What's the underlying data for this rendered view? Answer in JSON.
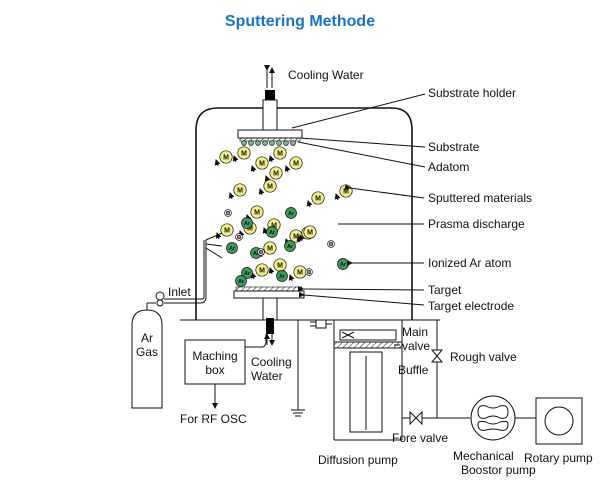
{
  "title": "Sputtering Methode",
  "labels": {
    "cooling_water_top": "Cooling Water",
    "substrate_holder": "Substrate holder",
    "substrate": "Substrate",
    "adatom": "Adatom",
    "sputtered_materials": "Sputtered materials",
    "prasma_discharge": "Prasma discharge",
    "ionized_ar_atom": "Ionized Ar atom",
    "target": "Target",
    "target_electrode": "Target electrode",
    "inlet": "Inlet",
    "ar_gas_line1": "Ar",
    "ar_gas_line2": "Gas",
    "maching_box_line1": "Maching",
    "maching_box_line2": "box",
    "cooling_water_bottom_line1": "Cooling",
    "cooling_water_bottom_line2": "Water",
    "for_rf_osc": "For RF OSC",
    "main_valve_line1": "Main",
    "main_valve_line2": "valve",
    "buffle": "Buffle",
    "rough_valve": "Rough valve",
    "fore_valve": "Fore valve",
    "diffusion_pump": "Diffusion pump",
    "mechanical_line1": "Mechanical",
    "mechanical_line2": "Boostor pump",
    "rotary_pump": "Rotary pump"
  },
  "particles": {
    "metal_symbol": "M",
    "ion_symbol": "Ar",
    "metal_color": "#f3f08a",
    "ion_color": "#3c9a5a",
    "adatom_color": "#7fb98f",
    "electron_color": "#d070a8",
    "title_color": "#1a73c9"
  }
}
